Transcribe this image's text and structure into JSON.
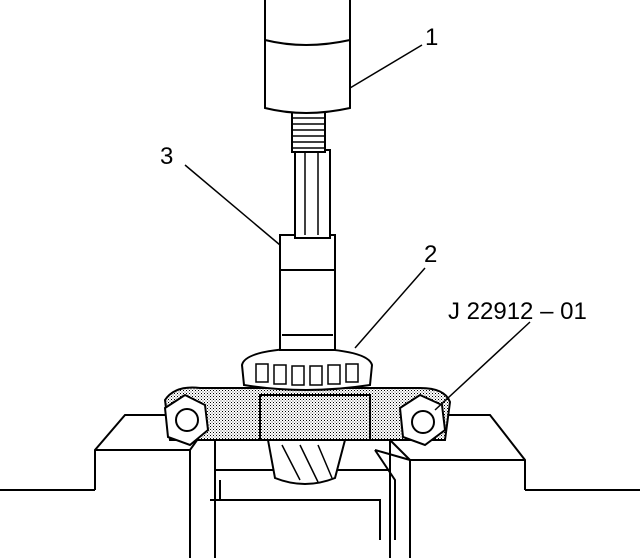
{
  "callouts": {
    "c1": "1",
    "c2": "2",
    "c3": "3",
    "tool": "J 22912 – 01"
  },
  "colors": {
    "ink": "#000000",
    "paper": "#ffffff"
  }
}
